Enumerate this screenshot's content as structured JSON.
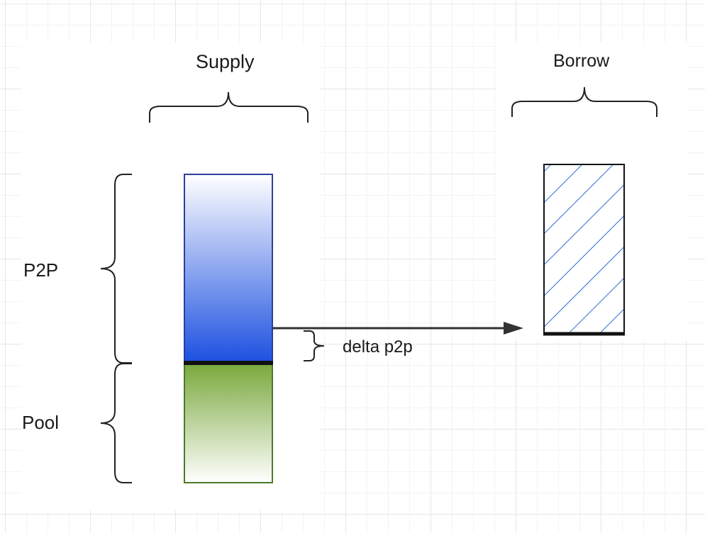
{
  "labels": {
    "supply": "Supply",
    "borrow": "Borrow",
    "p2p": "P2P",
    "pool": "Pool",
    "delta": "delta p2p"
  },
  "colors": {
    "p2p_fill_top": "#ffffff",
    "p2p_fill_bottom": "#1a4fe0",
    "p2p_border": "#2a3f9e",
    "pool_fill_top": "#7aa83c",
    "pool_fill_bottom": "#ffffff",
    "pool_border": "#4a7a2a",
    "hatch_stroke": "#2f6bd6",
    "line": "#222222",
    "arrow": "#333333"
  }
}
